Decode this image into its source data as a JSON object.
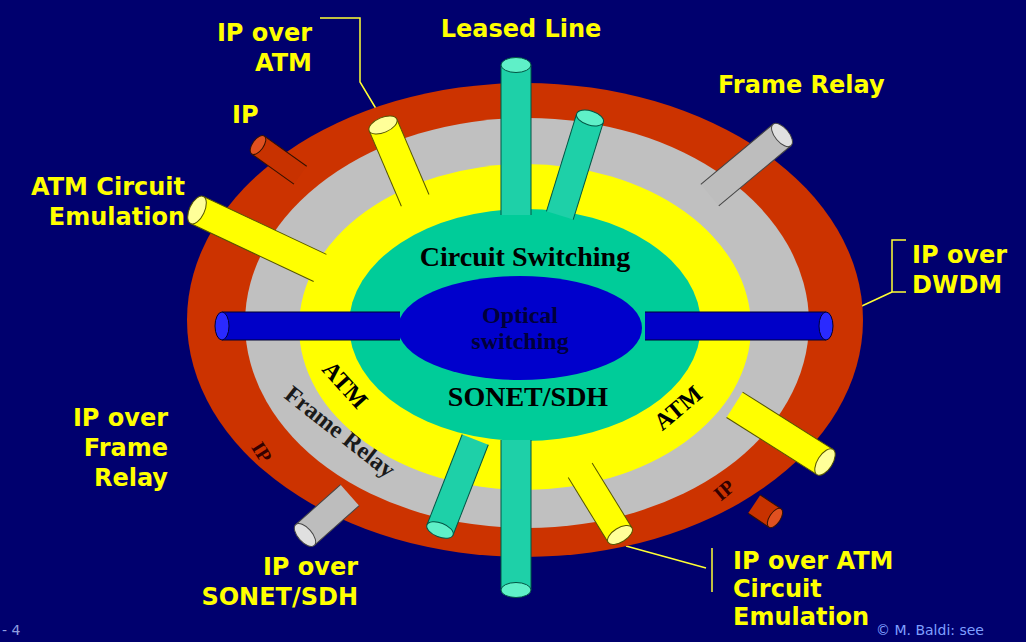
{
  "diagram": {
    "nodes": [
      {
        "text": [
          "IP",
          "IP"
        ]
      },
      {
        "text": [
          "Frame Relay"
        ],
        "in": 0
      },
      {
        "text": [
          "ATM",
          "ATM"
        ],
        "in": 1
      },
      {
        "text": [
          "Circuit Switching",
          "SONET/SDH"
        ],
        "in": 2
      },
      {
        "text": [
          "Optical switching"
        ],
        "in": 3
      }
    ],
    "labels": [
      "IP over ATM",
      "Leased Line",
      "Frame Relay",
      "IP",
      "ATM Circuit Emulation",
      "IP over DWDM",
      "IP over Frame Relay",
      "IP over SONET/SDH",
      "IP over ATM Circuit Emulation",
      "- 4",
      "© M. Baldi: see"
    ]
  }
}
